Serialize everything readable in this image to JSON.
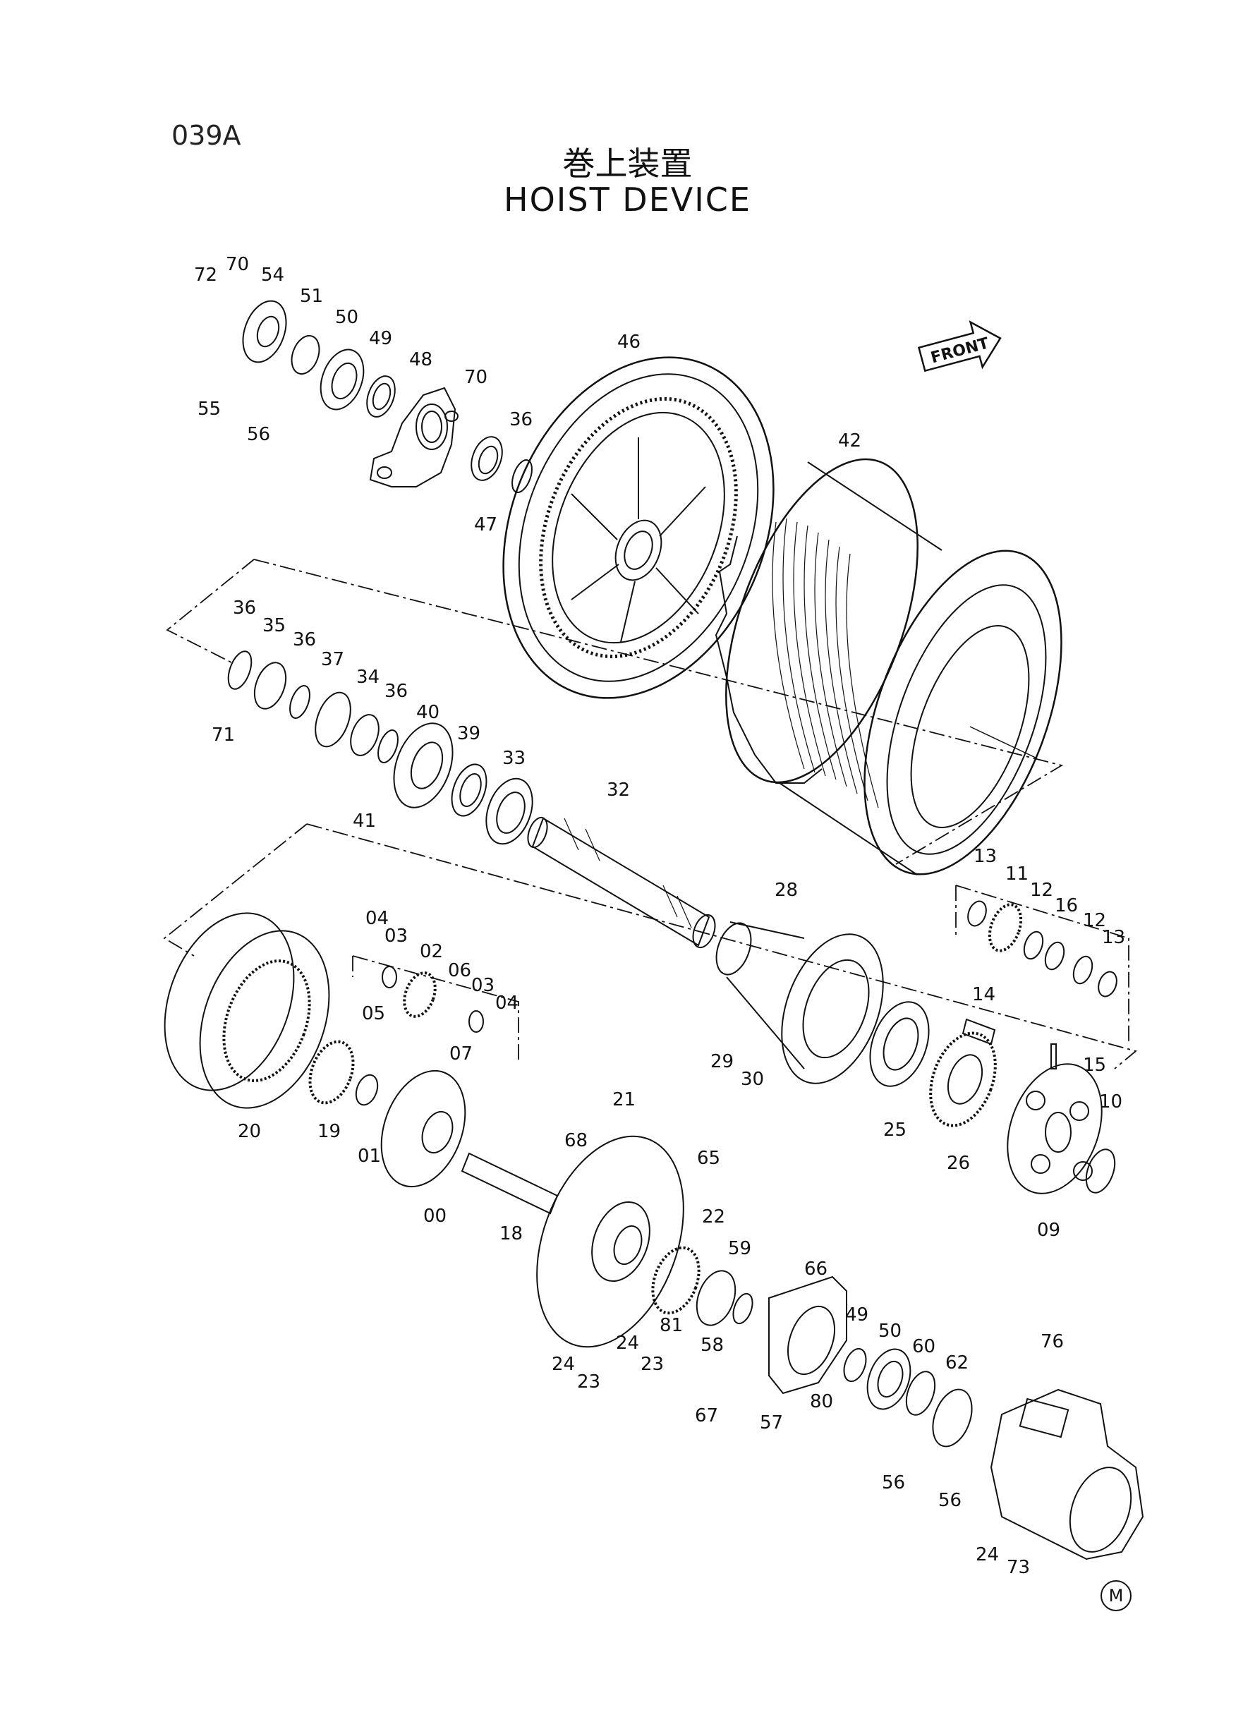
{
  "page": {
    "number": "039A",
    "title_jp": "巻上装置",
    "title_en": "HOIST DEVICE",
    "front_label": "FRONT",
    "mark": "M"
  },
  "parts": [
    {
      "id": "72",
      "label": "72"
    },
    {
      "id": "70a",
      "label": "70"
    },
    {
      "id": "54",
      "label": "54"
    },
    {
      "id": "51",
      "label": "51"
    },
    {
      "id": "50a",
      "label": "50"
    },
    {
      "id": "49a",
      "label": "49"
    },
    {
      "id": "48",
      "label": "48"
    },
    {
      "id": "55",
      "label": "55"
    },
    {
      "id": "56a",
      "label": "56"
    },
    {
      "id": "70b",
      "label": "70"
    },
    {
      "id": "36a",
      "label": "36"
    },
    {
      "id": "47",
      "label": "47"
    },
    {
      "id": "46",
      "label": "46"
    },
    {
      "id": "42",
      "label": "42"
    },
    {
      "id": "36b",
      "label": "36"
    },
    {
      "id": "35",
      "label": "35"
    },
    {
      "id": "36c",
      "label": "36"
    },
    {
      "id": "37",
      "label": "37"
    },
    {
      "id": "34",
      "label": "34"
    },
    {
      "id": "36d",
      "label": "36"
    },
    {
      "id": "40",
      "label": "40"
    },
    {
      "id": "39",
      "label": "39"
    },
    {
      "id": "33",
      "label": "33"
    },
    {
      "id": "71",
      "label": "71"
    },
    {
      "id": "41",
      "label": "41"
    },
    {
      "id": "32",
      "label": "32"
    },
    {
      "id": "28",
      "label": "28"
    },
    {
      "id": "13a",
      "label": "13"
    },
    {
      "id": "11",
      "label": "11"
    },
    {
      "id": "12a",
      "label": "12"
    },
    {
      "id": "16",
      "label": "16"
    },
    {
      "id": "12b",
      "label": "12"
    },
    {
      "id": "13b",
      "label": "13"
    },
    {
      "id": "14",
      "label": "14"
    },
    {
      "id": "15",
      "label": "15"
    },
    {
      "id": "10",
      "label": "10"
    },
    {
      "id": "09",
      "label": "09"
    },
    {
      "id": "26",
      "label": "26"
    },
    {
      "id": "25",
      "label": "25"
    },
    {
      "id": "29",
      "label": "29"
    },
    {
      "id": "30",
      "label": "30"
    },
    {
      "id": "04a",
      "label": "04"
    },
    {
      "id": "03a",
      "label": "03"
    },
    {
      "id": "02",
      "label": "02"
    },
    {
      "id": "06",
      "label": "06"
    },
    {
      "id": "03b",
      "label": "03"
    },
    {
      "id": "04b",
      "label": "04"
    },
    {
      "id": "05",
      "label": "05"
    },
    {
      "id": "07",
      "label": "07"
    },
    {
      "id": "20",
      "label": "20"
    },
    {
      "id": "19",
      "label": "19"
    },
    {
      "id": "01",
      "label": "01"
    },
    {
      "id": "00",
      "label": "00"
    },
    {
      "id": "18",
      "label": "18"
    },
    {
      "id": "21",
      "label": "21"
    },
    {
      "id": "68",
      "label": "68"
    },
    {
      "id": "65",
      "label": "65"
    },
    {
      "id": "22",
      "label": "22"
    },
    {
      "id": "59",
      "label": "59"
    },
    {
      "id": "66",
      "label": "66"
    },
    {
      "id": "81",
      "label": "81"
    },
    {
      "id": "58",
      "label": "58"
    },
    {
      "id": "24a",
      "label": "24"
    },
    {
      "id": "23a",
      "label": "23"
    },
    {
      "id": "24b",
      "label": "24"
    },
    {
      "id": "23b",
      "label": "23"
    },
    {
      "id": "67",
      "label": "67"
    },
    {
      "id": "57",
      "label": "57"
    },
    {
      "id": "80",
      "label": "80"
    },
    {
      "id": "49b",
      "label": "49"
    },
    {
      "id": "50b",
      "label": "50"
    },
    {
      "id": "60",
      "label": "60"
    },
    {
      "id": "62",
      "label": "62"
    },
    {
      "id": "76",
      "label": "76"
    },
    {
      "id": "56b",
      "label": "56"
    },
    {
      "id": "56c",
      "label": "56"
    },
    {
      "id": "24c",
      "label": "24"
    },
    {
      "id": "73",
      "label": "73"
    }
  ]
}
